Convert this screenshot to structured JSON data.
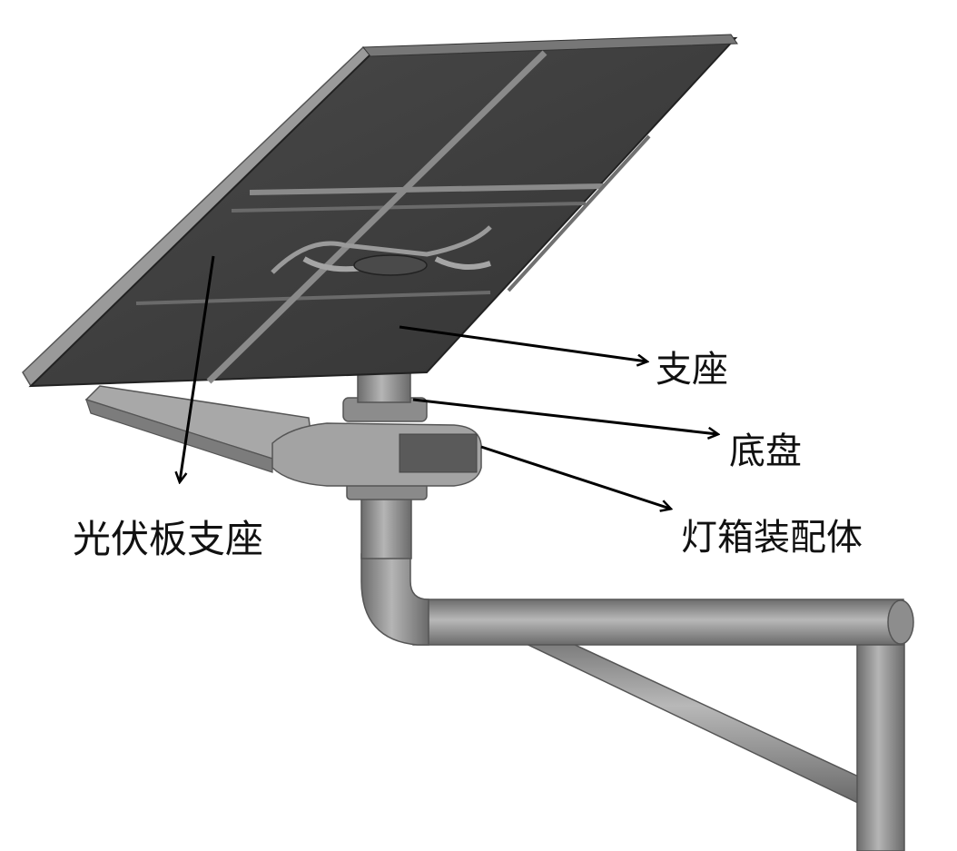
{
  "labels": {
    "support_base": "支座",
    "chassis": "底盘",
    "lamp_box_assembly": "灯箱装配体",
    "pv_panel_support": "光伏板支座"
  },
  "colors": {
    "background": "#ffffff",
    "panel": "#3f3f3f",
    "panel_frame": "#8a8a8a",
    "metal": "#9a9a9a",
    "metal_dark": "#6f6f6f",
    "arrow": "#000000",
    "text": "#111111"
  }
}
